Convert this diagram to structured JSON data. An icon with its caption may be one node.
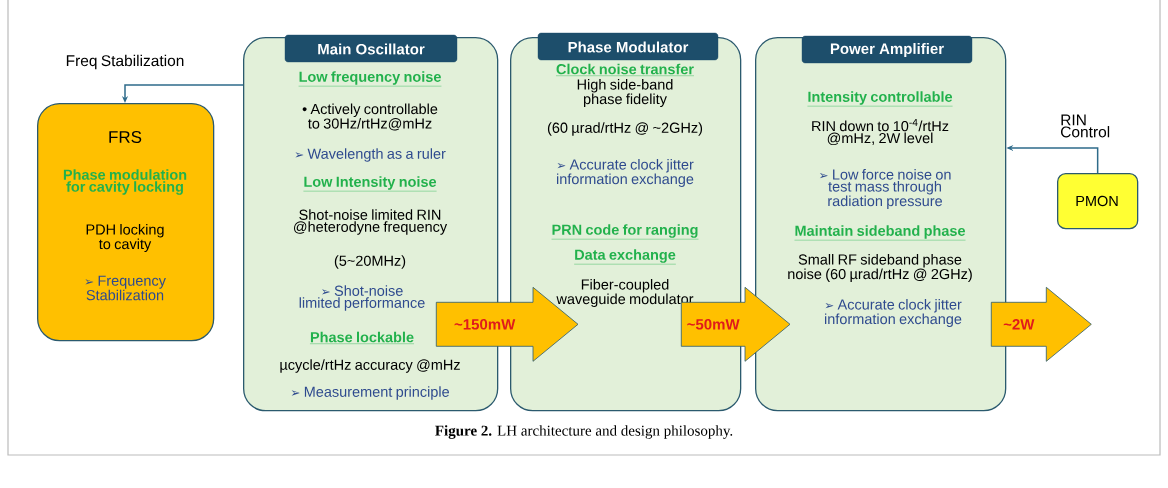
{
  "diagram": {
    "caption": "**Figure 2.** LH architecture and design philosophy.",
    "nodes": [
      {
        "text": [
          "FRS",
          "Phase modulation for cavity locking",
          "PDH locking to cavity",
          "➢ Frequency Stabilization"
        ]
      },
      {
        "text": [
          "Main Oscillator",
          "Low frequency noise",
          "• Actively controllable to 30Hz/rtHz@mHz",
          "➢ Wavelength as a ruler",
          "Low Intensity noise",
          "Shot-noise limited RIN @heterodyne frequency",
          "(5~20MHz)",
          "➢ Shot-noise limited performance",
          "Phase lockable",
          "µcycle/rtHz accuracy @mHz",
          "➢ Measurement principle"
        ]
      },
      {
        "text": [
          "Phase Modulator",
          "Clock noise transfer",
          "High side-band phase fidelity",
          "(60 µrad/rtHz @ ~2GHz)",
          "➢ Accurate clock jitter information exchange",
          "PRN code for ranging",
          "Data exchange",
          "Fiber-coupled waveguide modulator"
        ]
      },
      {
        "text": [
          "Power Amplifier",
          "Intensity controllable",
          "RIN down to 10$^{-4}$/rtHz @mHz, 2W level",
          "➢ Low force noise on test mass through radiation pressure",
          "Maintain sideband phase",
          "Small RF sideband phase noise (60 µrad/rtHz @ 2GHz)",
          "➢ Accurate clock jitter information exchange"
        ]
      },
      {
        "text": [
          "PMON"
        ]
      }
    ],
    "edges": [
      {
        "from": 1,
        "to": 2,
        "arrow": "to",
        "label": "~150mW",
        "style": "thick"
      },
      {
        "from": 2,
        "to": 3,
        "arrow": "to",
        "label": "~50mW",
        "style": "thick"
      },
      {
        "from": 3,
        "to": null,
        "arrow": "to",
        "label": "~2W",
        "style": "thick"
      },
      {
        "from": 1,
        "to": 0,
        "arrow": "to",
        "label": "Freq Stabilization",
        "color": "#2e6b8a"
      },
      {
        "from": 4,
        "to": 3,
        "arrow": "to",
        "label": "RIN Control",
        "color": "#2e6b8a"
      }
    ]
  }
}
